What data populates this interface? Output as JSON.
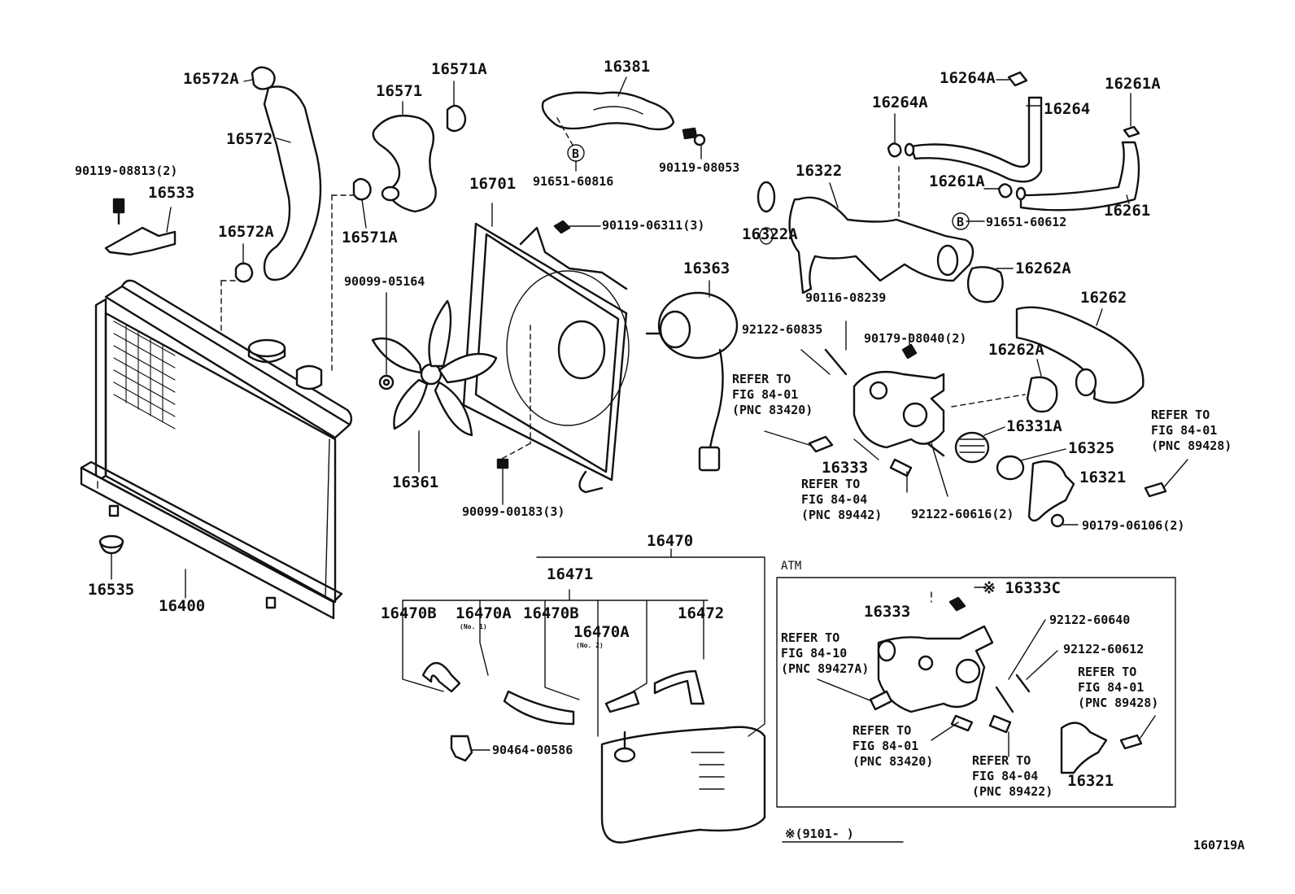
{
  "figure_code": "160719A",
  "atm_section": {
    "title": "ATM",
    "variant_note": "※(9101-      )"
  },
  "labels": {
    "p16572A_top": "16572A",
    "p16572": "16572",
    "p90119_08813": "90119-08813(2)",
    "p16533": "16533",
    "p16572A_mid": "16572A",
    "p16535": "16535",
    "p16400": "16400",
    "p16571": "16571",
    "p16571A_top": "16571A",
    "p16571A_bot": "16571A",
    "p90099_05164": "90099-05164",
    "p16701": "16701",
    "p90119_06311": "90119-06311(3)",
    "p16361": "16361",
    "p90099_00183": "90099-00183(3)",
    "p16381": "16381",
    "p91651_60816": "91651-60816",
    "p90119_08053": "90119-08053",
    "p16363": "16363",
    "p16264A_top": "16264A",
    "p16264": "16264",
    "p16264A_mid": "16264A",
    "p16261A_top": "16261A",
    "p16261A_mid": "16261A",
    "p16261": "16261",
    "p16322": "16322",
    "p16322A": "16322A",
    "p91651_60612": "91651-60612",
    "p16262A_top": "16262A",
    "p16262": "16262",
    "p16262A_mid": "16262A",
    "p90116_08239": "90116-08239",
    "p92122_60835": "92122-60835",
    "p90179_08040": "90179-08040(2)",
    "p16331A": "16331A",
    "p16325": "16325",
    "p16321": "16321",
    "p16333": "16333",
    "p92122_60616": "92122-60616(2)",
    "p90179_06106": "90179-06106(2)",
    "p16470": "16470",
    "p16471": "16471",
    "p16470B_left": "16470B",
    "p16470A_no1": "16470A",
    "p16470B_mid": "16470B",
    "p16470A_no2": "16470A",
    "p16472": "16472",
    "p90464_00586": "90464-00586",
    "p16333C": "※ 16333C",
    "p16333_atm": "16333",
    "p92122_60640": "92122-60640",
    "p92122_60612": "92122-60612",
    "p16321_atm": "16321"
  },
  "sub_notes": {
    "no1": "(No. 1)",
    "no2": "(No. 2)"
  },
  "refs": {
    "fig8401_83420": "REFER TO\nFIG 84-01\n(PNC 83420)",
    "fig8404_89442": "REFER TO\nFIG 84-04\n(PNC 89442)",
    "fig8401_89428": "REFER TO\nFIG 84-01\n(PNC 89428)",
    "atm_fig8410_89427A": "REFER TO\nFIG 84-10\n(PNC 89427A)",
    "atm_fig8401_83420": "REFER TO\nFIG 84-01\n(PNC 83420)",
    "atm_fig8404_89422": "REFER TO\nFIG 84-04\n(PNC 89422)",
    "atm_fig8401_89428": "REFER TO\nFIG 84-01\n(PNC 89428)"
  },
  "markers": {
    "bolt_marker": "B"
  }
}
